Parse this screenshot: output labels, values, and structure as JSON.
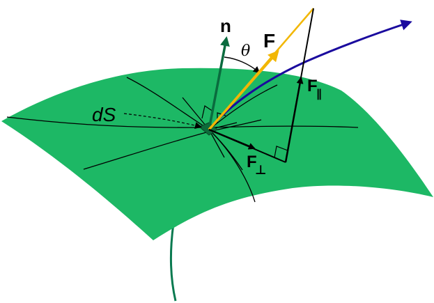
{
  "labels": {
    "normal": "n",
    "angle": "θ",
    "force": "F",
    "surface_element": "dS",
    "perpendicular_component": "F",
    "perpendicular_subscript": "⊥",
    "parallel_component": "F",
    "parallel_subscript": "∥"
  },
  "colors": {
    "surface": "#1db865",
    "surface_grid": "#000000",
    "normal_vector": "#0a6b3e",
    "force_vector": "#f2b705",
    "flux_line": "#1a0a9e",
    "flux_line_below": "#0a7a50",
    "components": "#000000",
    "patch": "#0e6a3a"
  }
}
